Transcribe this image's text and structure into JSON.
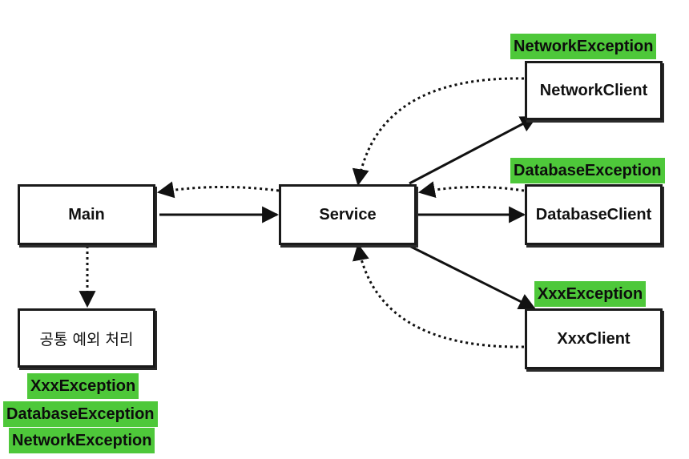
{
  "nodes": {
    "main": "Main",
    "service": "Service",
    "network_client": "NetworkClient",
    "database_client": "DatabaseClient",
    "xxx_client": "XxxClient",
    "common_handler": "공통 예외 처리"
  },
  "exceptions": {
    "network": "NetworkException",
    "database": "DatabaseException",
    "xxx": "XxxException"
  },
  "handled_exceptions": [
    "XxxException",
    "DatabaseException",
    "NetworkException"
  ],
  "colors": {
    "highlight": "#4ec83a",
    "line": "#111111",
    "background": "#ffffff"
  }
}
